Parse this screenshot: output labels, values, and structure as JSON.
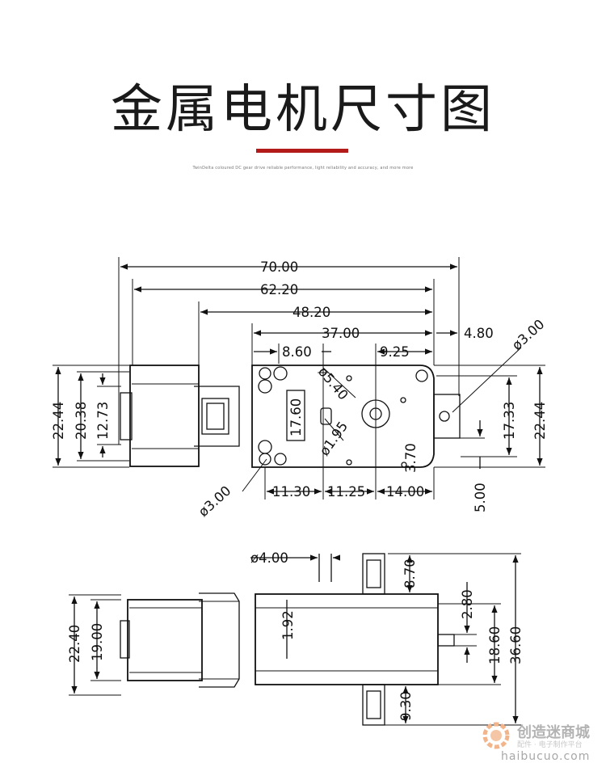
{
  "header": {
    "title": "金属电机尺寸图",
    "subtitle": "TwinDelta coloured DC gear drive reliable performance, light reliability and accuracy, and more more",
    "accent_color": "#b31b1b"
  },
  "top_view": {
    "dims": {
      "d70": "70.00",
      "d62": "62.20",
      "d48": "48.20",
      "d37": "37.00",
      "d480": "4.80",
      "d860": "8.60",
      "d925": "9.25",
      "dia3_top": "ø3.00",
      "dia540": "ø5.40",
      "d1760": "17.60",
      "dia195": "ø1.95",
      "d370": "3.70",
      "d2244_left": "22.44",
      "d2038": "20.38",
      "d1273": "12.73",
      "d1733": "17.33",
      "d2244_right": "22.44",
      "dia3_bottom": "ø3.00",
      "d1130": "11.30",
      "d1125": "11.25",
      "d1400": "14.00",
      "d500": "5.00"
    }
  },
  "side_view": {
    "dims": {
      "dia4": "ø4.00",
      "d870": "8.70",
      "d192": "1.92",
      "d2240": "22.40",
      "d1900": "19.00",
      "d280": "2.80",
      "d1860": "18.60",
      "d3660": "36.60",
      "d930": "9.30"
    }
  },
  "watermark": {
    "brand": "创造迷商城",
    "tagline": "配件 · 电子制作平台",
    "url": "haibucuo.com"
  }
}
